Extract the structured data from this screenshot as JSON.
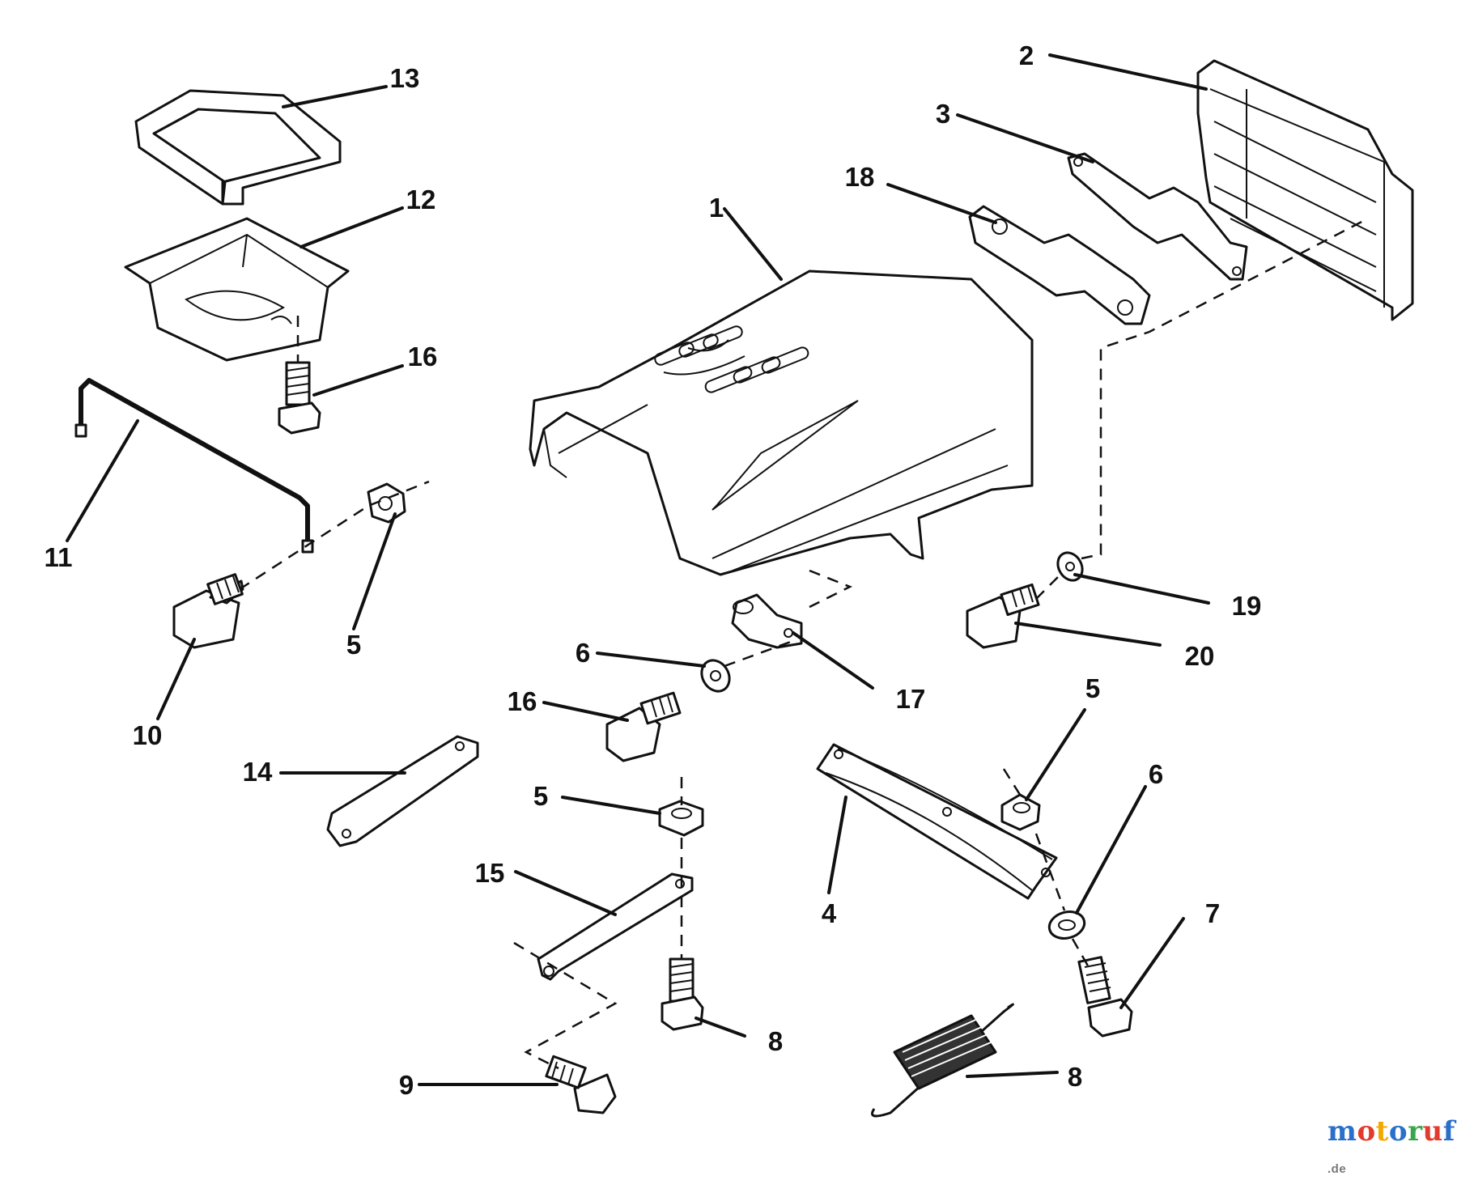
{
  "callouts": [
    {
      "id": "c1",
      "text": "1"
    },
    {
      "id": "c2",
      "text": "2"
    },
    {
      "id": "c3",
      "text": "3"
    },
    {
      "id": "c4",
      "text": "4"
    },
    {
      "id": "c5a",
      "text": "5"
    },
    {
      "id": "c5b",
      "text": "5"
    },
    {
      "id": "c5c",
      "text": "5"
    },
    {
      "id": "c6a",
      "text": "6"
    },
    {
      "id": "c6b",
      "text": "6"
    },
    {
      "id": "c7",
      "text": "7"
    },
    {
      "id": "c8a",
      "text": "8"
    },
    {
      "id": "c8b",
      "text": "8"
    },
    {
      "id": "c9",
      "text": "9"
    },
    {
      "id": "c10",
      "text": "10"
    },
    {
      "id": "c11",
      "text": "11"
    },
    {
      "id": "c12",
      "text": "12"
    },
    {
      "id": "c13",
      "text": "13"
    },
    {
      "id": "c14",
      "text": "14"
    },
    {
      "id": "c15",
      "text": "15"
    },
    {
      "id": "c16a",
      "text": "16"
    },
    {
      "id": "c16b",
      "text": "16"
    },
    {
      "id": "c17",
      "text": "17"
    },
    {
      "id": "c18",
      "text": "18"
    },
    {
      "id": "c19",
      "text": "19"
    },
    {
      "id": "c20",
      "text": "20"
    }
  ],
  "watermark": {
    "letters": [
      "m",
      "o",
      "t",
      "o",
      "r",
      "u",
      "f"
    ],
    "letter_colors": [
      "#2a6fc9",
      "#e23b2e",
      "#f2a900",
      "#2a6fc9",
      "#3aa64c",
      "#e23b2e",
      "#2a6fc9"
    ],
    "suffix": ".de"
  }
}
